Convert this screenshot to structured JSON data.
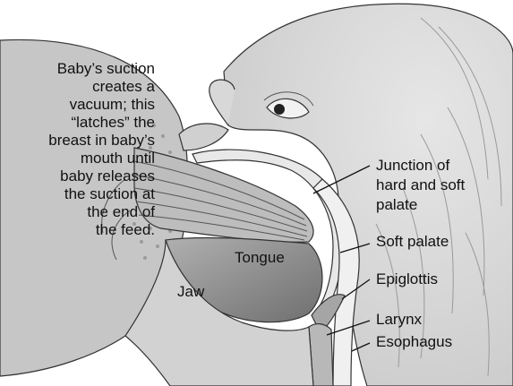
{
  "diagram": {
    "caption_lines": [
      "Baby’s suction",
      "creates a",
      "vacuum; this",
      "“latches” the",
      "breast in baby’s",
      "mouth until",
      "baby releases",
      "the suction at",
      "the end of",
      "the feed."
    ],
    "labels": {
      "junction": [
        "Junction of",
        "hard and soft",
        "palate"
      ],
      "soft_palate": "Soft palate",
      "epiglottis": "Epiglottis",
      "larynx": "Larynx",
      "esophagus": "Esophagus",
      "tongue": "Tongue",
      "jaw": "Jaw"
    }
  },
  "colors": {
    "skin": "#d4d4d4",
    "breast": "#c4c4c4",
    "areola": "#a9a9a9",
    "tongue": "#8e8e8e",
    "palate": "#ececec",
    "outline": "#222222"
  }
}
